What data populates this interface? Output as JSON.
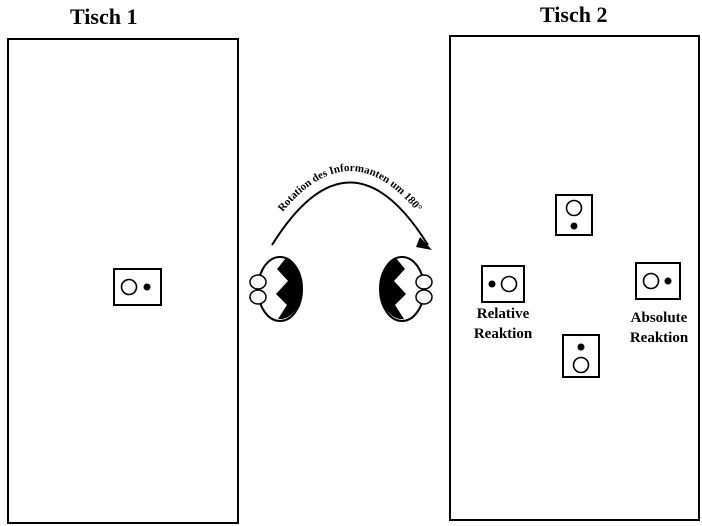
{
  "tables": {
    "table1_label": "Tisch 1",
    "table2_label": "Tisch 2"
  },
  "rotation": {
    "label": "Rotation des Informanten um 180°"
  },
  "responses": {
    "relative_line1": "Relative",
    "relative_line2": "Reaktion",
    "absolute_line1": "Absolute",
    "absolute_line2": "Reaktion"
  }
}
